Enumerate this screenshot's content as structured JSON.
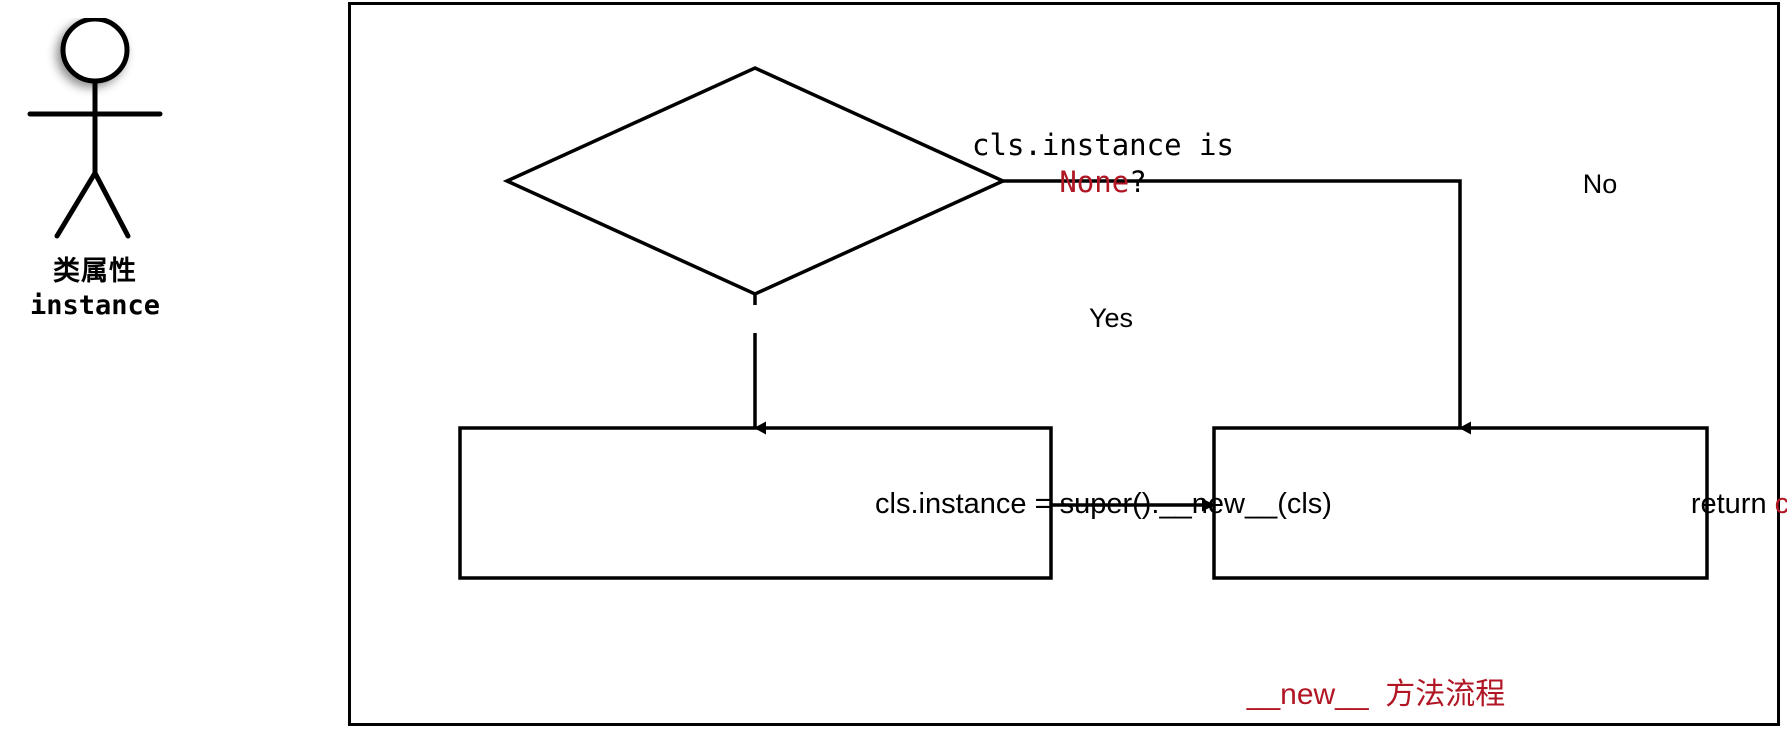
{
  "colors": {
    "ink": "#000000",
    "accent_red": "#B01624",
    "background": "#ffffff"
  },
  "actor": {
    "icon": "stick-figure-person",
    "caption_cn": "类属性",
    "caption_code": "instance"
  },
  "diagram": {
    "caption_code": "__new__",
    "caption_cn": "方法流程",
    "caption_full": "__new__ 方法流程",
    "nodes": {
      "decision": {
        "shape": "diamond",
        "line1": "cls.instance is",
        "line2_accent": "None",
        "line2_tail": "?"
      },
      "process": {
        "shape": "rectangle",
        "text": "cls.instance = super().__new__(cls)"
      },
      "return": {
        "shape": "rectangle",
        "text_prefix": "return ",
        "text_accent": "cls.instance"
      }
    },
    "edges": {
      "yes_label": "Yes",
      "no_label": "No"
    }
  }
}
